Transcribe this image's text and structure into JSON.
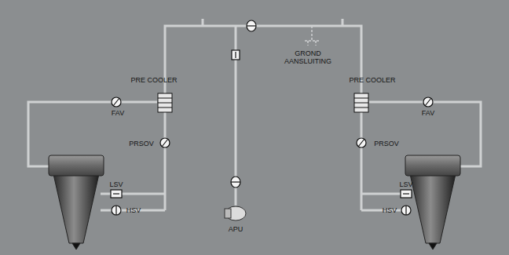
{
  "diagram": {
    "labels": [
      "PRE COOLER",
      "GROND AANSLUITING",
      "PRE COOLER",
      "FAV",
      "FAV",
      "PRSOV",
      "PRSOV",
      "LSV",
      "LSV",
      "HSV",
      "HSV",
      "APU"
    ]
  }
}
